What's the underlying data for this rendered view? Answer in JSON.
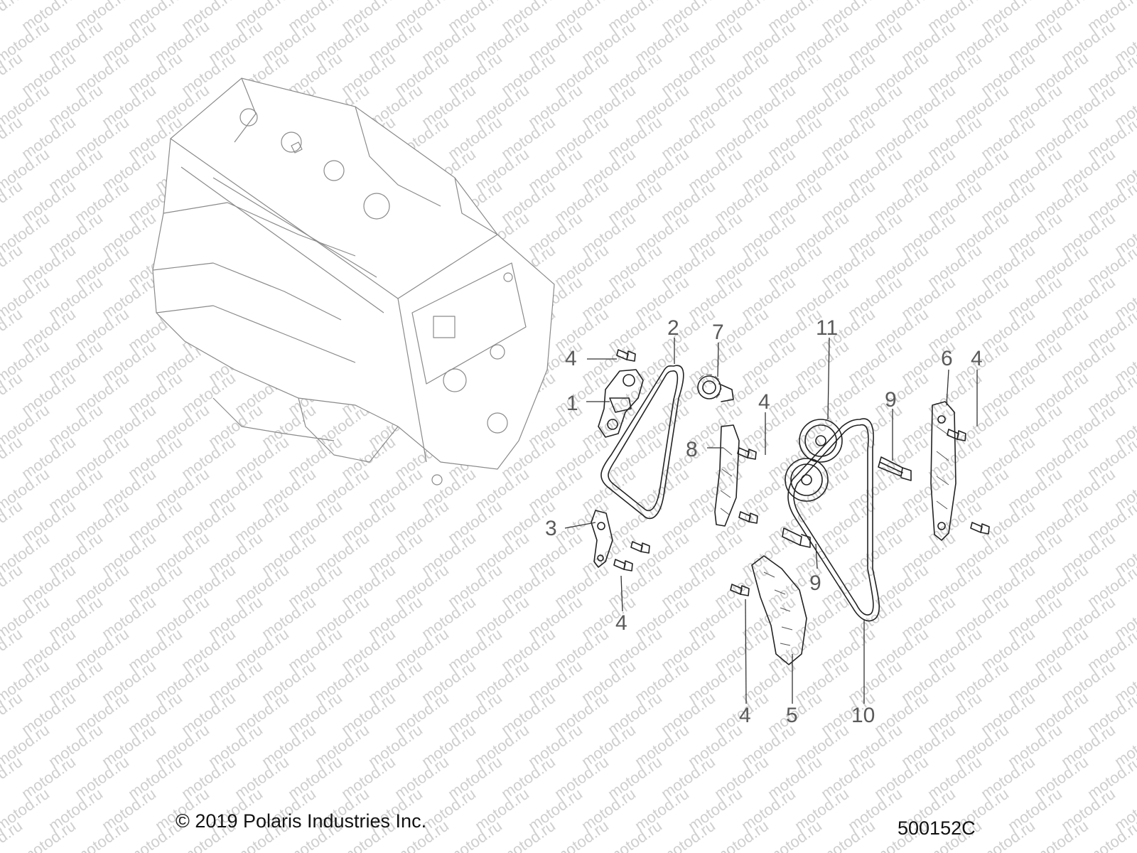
{
  "watermark": "motod.ru",
  "copyright": "© 2019 Polaris Industries Inc.",
  "diagram_id": "500152C",
  "callouts": [
    {
      "id": "c1",
      "label": "1"
    },
    {
      "id": "c2",
      "label": "2"
    },
    {
      "id": "c3",
      "label": "3"
    },
    {
      "id": "c4a",
      "label": "4"
    },
    {
      "id": "c4b",
      "label": "4"
    },
    {
      "id": "c4c",
      "label": "4"
    },
    {
      "id": "c4d",
      "label": "4"
    },
    {
      "id": "c4e",
      "label": "4"
    },
    {
      "id": "c5",
      "label": "5"
    },
    {
      "id": "c6",
      "label": "6"
    },
    {
      "id": "c7",
      "label": "7"
    },
    {
      "id": "c8",
      "label": "8"
    },
    {
      "id": "c9a",
      "label": "9"
    },
    {
      "id": "c9b",
      "label": "9"
    },
    {
      "id": "c10",
      "label": "10"
    },
    {
      "id": "c11",
      "label": "11"
    }
  ]
}
